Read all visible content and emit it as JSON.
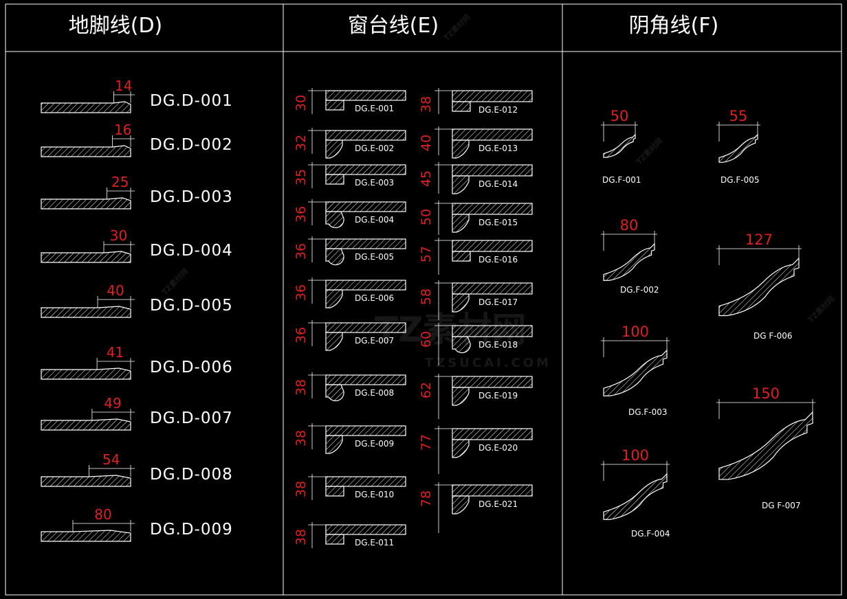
{
  "sections": [
    {
      "title": "地脚线(D)"
    },
    {
      "title": "窗台线(E)"
    },
    {
      "title": "阴角线(F)"
    }
  ],
  "d_items": [
    {
      "code": "DG.D-001",
      "dim": "14"
    },
    {
      "code": "DG.D-002",
      "dim": "16"
    },
    {
      "code": "DG.D-003",
      "dim": "25"
    },
    {
      "code": "DG.D-004",
      "dim": "30"
    },
    {
      "code": "DG.D-005",
      "dim": "40"
    },
    {
      "code": "DG.D-006",
      "dim": "41"
    },
    {
      "code": "DG.D-007",
      "dim": "49"
    },
    {
      "code": "DG.D-008",
      "dim": "54"
    },
    {
      "code": "DG.D-009",
      "dim": "80"
    }
  ],
  "e_left": [
    {
      "code": "DG.E-001",
      "dim": "30"
    },
    {
      "code": "DG.E-002",
      "dim": "32"
    },
    {
      "code": "DG.E-003",
      "dim": "35"
    },
    {
      "code": "DG.E-004",
      "dim": "36"
    },
    {
      "code": "DG.E-005",
      "dim": "36"
    },
    {
      "code": "DG.E-006",
      "dim": "36"
    },
    {
      "code": "DG.E-007",
      "dim": "36"
    },
    {
      "code": "DG.E-008",
      "dim": "38"
    },
    {
      "code": "DG.E-009",
      "dim": "38"
    },
    {
      "code": "DG.E-010",
      "dim": "38"
    },
    {
      "code": "DG.E-011",
      "dim": "38"
    }
  ],
  "e_right": [
    {
      "code": "DG.E-012",
      "dim": "38"
    },
    {
      "code": "DG.E-013",
      "dim": "40"
    },
    {
      "code": "DG.E-014",
      "dim": "45"
    },
    {
      "code": "DG.E-015",
      "dim": "50"
    },
    {
      "code": "DG.E-016",
      "dim": "57"
    },
    {
      "code": "DG.E-017",
      "dim": "58"
    },
    {
      "code": "DG.E-018",
      "dim": "60"
    },
    {
      "code": "DG.E-019",
      "dim": "62"
    },
    {
      "code": "DG.E-020",
      "dim": "77"
    },
    {
      "code": "DG.E-021",
      "dim": "78"
    }
  ],
  "f_items": [
    {
      "code": "DG.F-001",
      "dim": "50"
    },
    {
      "code": "DG.F-002",
      "dim": "80"
    },
    {
      "code": "DG.F-003",
      "dim": "100"
    },
    {
      "code": "DG.F-004",
      "dim": "100"
    },
    {
      "code": "DG.F-005",
      "dim": "55"
    },
    {
      "code": "DG F-006",
      "dim": "127"
    },
    {
      "code": "DG F-007",
      "dim": "150"
    }
  ],
  "watermark": {
    "main": "TZ素材网",
    "url": "TZSUCAI.COM",
    "small": "TZ素材网"
  },
  "colors": {
    "background": "#000000",
    "line": "#ffffff",
    "dim": "#e02020"
  }
}
